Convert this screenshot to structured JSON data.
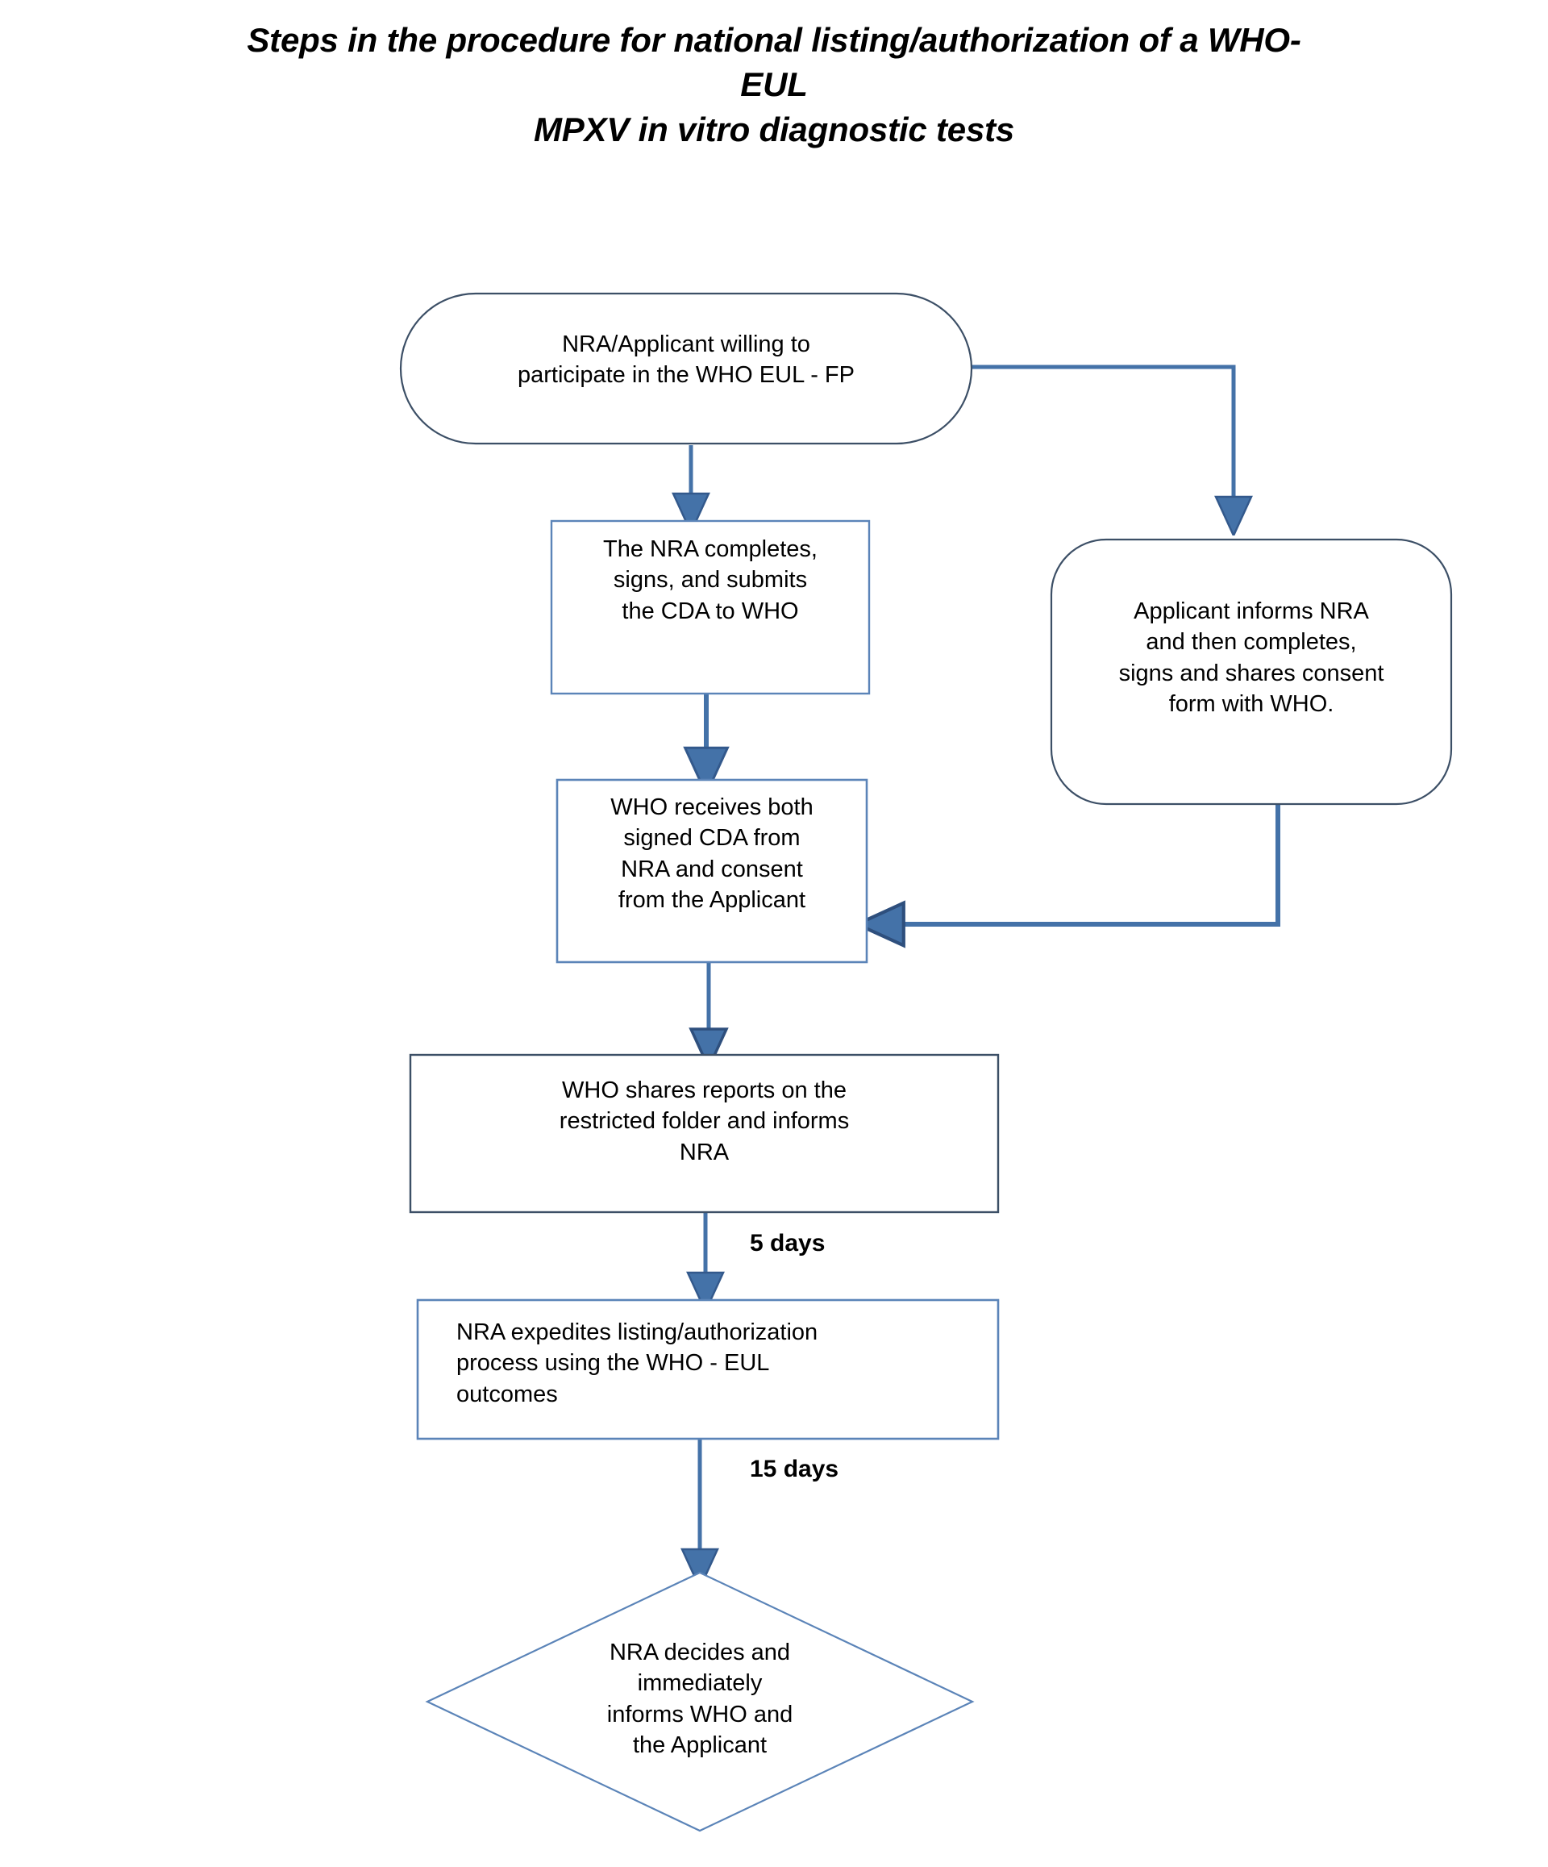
{
  "title": {
    "line1": "Steps in the procedure for national listing/authorization of a WHO-EUL",
    "line2": "MPXV in vitro diagnostic tests"
  },
  "colors": {
    "connector": "#4472a8",
    "node_border_dark": "#3c4f66",
    "node_border_light": "#5b84b8",
    "node_fill": "#ffffff",
    "text": "#000000"
  },
  "chart_data": {
    "type": "flowchart",
    "title": "Steps in the procedure for national listing/authorization of a WHO-EUL MPXV in vitro diagnostic tests",
    "orientation": "top-to-bottom",
    "nodes": [
      {
        "id": "n1",
        "shape": "stadium",
        "text": "NRA/Applicant willing to participate in the WHO EUL - FP",
        "lines": [
          "NRA/Applicant willing to",
          "participate in the WHO EUL - FP"
        ],
        "align": "center"
      },
      {
        "id": "n2",
        "shape": "rectangle",
        "text": "The NRA completes, signs, and submits the CDA to WHO",
        "lines": [
          "The NRA completes,",
          "signs, and submits",
          "the CDA to WHO"
        ],
        "align": "center"
      },
      {
        "id": "n3",
        "shape": "rounded-rectangle",
        "text": "Applicant informs NRA and then completes, signs and shares consent form with WHO.",
        "lines": [
          "Applicant informs  NRA",
          "and then  completes,",
          "signs and shares consent",
          "form with  WHO."
        ],
        "align": "center"
      },
      {
        "id": "n4",
        "shape": "rectangle",
        "text": "WHO receives both signed CDA from NRA and consent from the Applicant",
        "lines": [
          "WHO receives both",
          "signed CDA from",
          "NRA and consent",
          "from the Applicant"
        ],
        "align": "center"
      },
      {
        "id": "n5",
        "shape": "rectangle",
        "text": "WHO shares reports on the restricted folder and informs NRA",
        "lines": [
          "WHO shares reports on the",
          "restricted folder and informs",
          "NRA"
        ],
        "align": "center"
      },
      {
        "id": "n6",
        "shape": "rectangle",
        "text": "NRA expedites listing/authorization process using the WHO - EUL outcomes",
        "lines": [
          "NRA expedites listing/authorization",
          "process using the WHO - EUL",
          "outcomes"
        ],
        "align": "left"
      },
      {
        "id": "n7",
        "shape": "diamond",
        "text": "NRA decides and immediately informs WHO and the Applicant",
        "lines": [
          "NRA  decides and",
          "immediately",
          "informs WHO and",
          "the Applicant"
        ],
        "align": "center"
      }
    ],
    "edges": [
      {
        "from": "n1",
        "to": "n2",
        "label": "",
        "style": "straight-down",
        "arrow": "filled"
      },
      {
        "from": "n1",
        "to": "n3",
        "label": "",
        "style": "right-then-down",
        "arrow": "filled"
      },
      {
        "from": "n2",
        "to": "n4",
        "label": "",
        "style": "straight-down",
        "arrow": "filled"
      },
      {
        "from": "n3",
        "to": "n4",
        "label": "",
        "style": "down-then-left",
        "arrow": "filled"
      },
      {
        "from": "n4",
        "to": "n5",
        "label": "",
        "style": "straight-down",
        "arrow": "filled"
      },
      {
        "from": "n5",
        "to": "n6",
        "label": "5 days",
        "style": "straight-down",
        "arrow": "filled"
      },
      {
        "from": "n6",
        "to": "n7",
        "label": "15 days",
        "style": "straight-down",
        "arrow": "filled"
      }
    ],
    "edge_labels": [
      "5 days",
      "15 days"
    ]
  },
  "edge_labels": {
    "five_days": "5 days",
    "fifteen_days": "15 days"
  },
  "nodes": {
    "n1": {
      "l1": "NRA/Applicant willing to",
      "l2": "participate in the WHO EUL - FP"
    },
    "n2": {
      "l1": "The NRA completes,",
      "l2": "signs, and submits",
      "l3": "the CDA to WHO"
    },
    "n3": {
      "l1": "Applicant informs  NRA",
      "l2": "and then  completes,",
      "l3": "signs and shares consent",
      "l4": "form with  WHO."
    },
    "n4": {
      "l1": "WHO receives both",
      "l2": "signed CDA from",
      "l3": "NRA and consent",
      "l4": "from the Applicant"
    },
    "n5": {
      "l1": "WHO shares reports on the",
      "l2": "restricted folder and informs",
      "l3": "NRA"
    },
    "n6": {
      "l1": "NRA expedites listing/authorization",
      "l2": "process using the WHO - EUL",
      "l3": "outcomes"
    },
    "n7": {
      "l1": "NRA  decides and",
      "l2": "immediately",
      "l3": "informs WHO and",
      "l4": "the Applicant"
    }
  }
}
